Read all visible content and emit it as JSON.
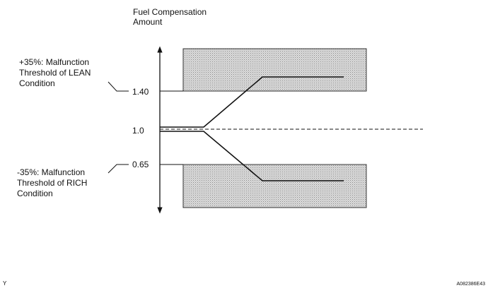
{
  "title_lines": [
    "Fuel Compensation",
    "Amount"
  ],
  "levels": {
    "upper": "1.40",
    "center": "1.0",
    "lower": "0.65"
  },
  "annotations": {
    "lean": [
      "+35%: Malfunction",
      "Threshold of LEAN",
      "Condition"
    ],
    "rich": [
      "-35%: Malfunction",
      "Threshold of RICH",
      "Condition"
    ]
  },
  "corner_left": "Y",
  "corner_right": "A082386E43",
  "colors": {
    "line": "#111111",
    "zone_fill": "#d6d6d6"
  }
}
